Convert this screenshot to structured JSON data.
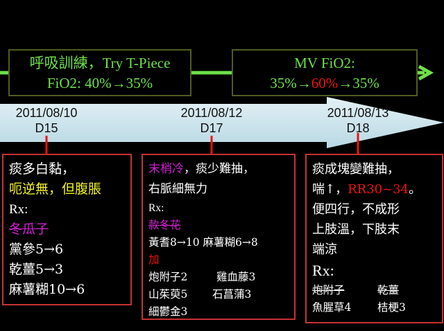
{
  "timeline": {
    "events_top": [
      {
        "line1": "呼吸訓練，Try T-Piece",
        "line2": "FiO2:  40%→35%"
      },
      {
        "line1": "MV FiO2:",
        "line2_a": "35%→",
        "line2_b": "60%",
        "line2_c": "→35%"
      }
    ],
    "dates": [
      {
        "date": "2011/08/10",
        "day": "D15"
      },
      {
        "date": "2011/08/12",
        "day": "D17"
      },
      {
        "date": "2011/08/13",
        "day": "D18"
      }
    ]
  },
  "notes": [
    {
      "symptom1": "痰多白黏，",
      "symptom2": "呃逆無，但腹脹",
      "rx": "Rx:",
      "removed": "冬瓜子",
      "items": [
        "黨參5→6",
        "乾薑5→3",
        "麻薯糊10→6"
      ]
    },
    {
      "symptom1_a": "末梢冷",
      "symptom1_b": "，痰少難抽，",
      "symptom2": "右脈細無力",
      "rx": "Rx:",
      "removed": "款冬花",
      "change": "黃耆8→10 麻薯糊6→8",
      "add_label": "加",
      "added": [
        "炮附子2",
        "雞血藤3",
        "山茱萸5",
        "石菖蒲3",
        "細鬱金3"
      ]
    },
    {
      "symptom1": "痰成塊變難抽，",
      "symptom2_a": "喘↑，",
      "symptom2_b": "RR30~34",
      "symptom2_c": "。",
      "symptom3": "便四行，不成形",
      "symptom4": "上肢溫，下肢末",
      "symptom5": "端涼",
      "rx": "Rx:",
      "removed": [
        "炮附子",
        "乾薑"
      ],
      "added": [
        "魚腥草4",
        "桔梗3"
      ]
    }
  ],
  "colors": {
    "green": "#6ee04a",
    "red_border": "#c83232",
    "band": "#cfe6ee"
  }
}
